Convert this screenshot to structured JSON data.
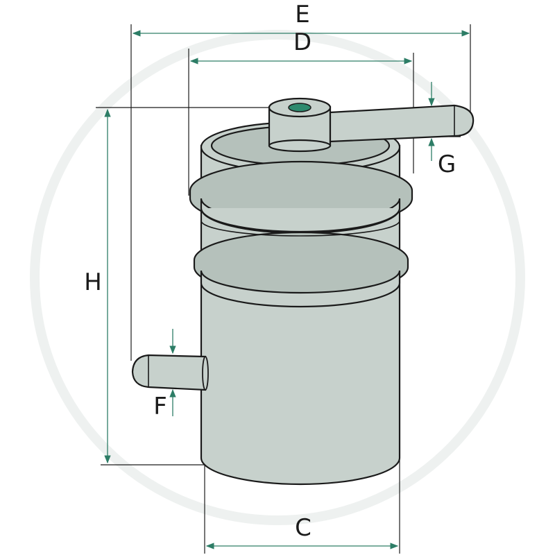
{
  "labels": {
    "E": "E",
    "D": "D",
    "G": "G",
    "H": "H",
    "F": "F",
    "C": "C"
  },
  "colors": {
    "body": "#c7d1cc",
    "ring": "#b5c1bb",
    "outline": "#1a1a1a",
    "dimension": "#2d7d66",
    "port_hole": "#2d8a6e",
    "watermark": "#eef1f0"
  }
}
